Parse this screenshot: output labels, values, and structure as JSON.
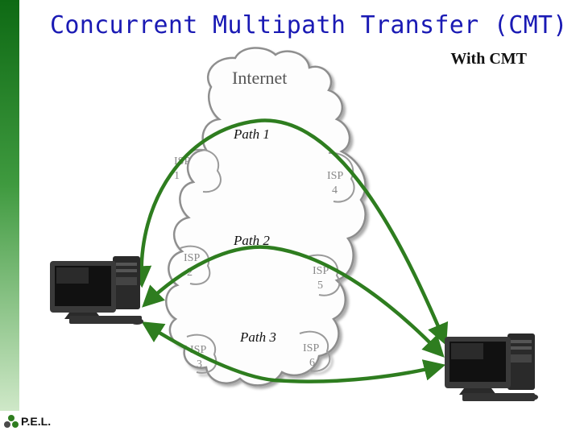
{
  "slide": {
    "title": "Concurrent Multipath Transfer (CMT)",
    "subtitle": "With CMT"
  },
  "diagram": {
    "cloud_label": "Internet",
    "paths": [
      "Path 1",
      "Path 2",
      "Path 3"
    ],
    "isps": [
      {
        "line1": "ISP",
        "line2": "1"
      },
      {
        "line1": "ISP",
        "line2": "2"
      },
      {
        "line1": "ISP",
        "line2": "3"
      },
      {
        "line1": "ISP",
        "line2": "4"
      },
      {
        "line1": "ISP",
        "line2": "5"
      },
      {
        "line1": "ISP",
        "line2": "6"
      }
    ],
    "path_color": "#2e7d1f",
    "cloud_color": "#8a8a8a"
  },
  "logo": {
    "text": "P.E.L."
  }
}
